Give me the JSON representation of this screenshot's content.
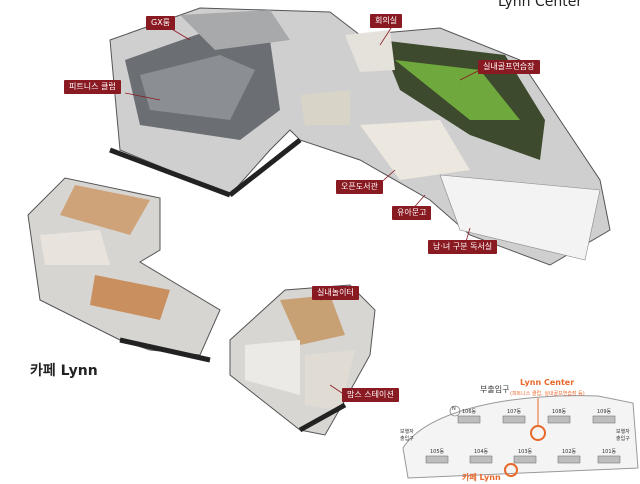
{
  "titles": {
    "top_center": "Lynn Center",
    "cafe": "카페 Lynn"
  },
  "labels": {
    "gx": "GX룸",
    "fitness": "피트니스 클럽",
    "meeting": "회의실",
    "golf": "실내골프연습장",
    "library": "오픈도서관",
    "nursery": "유아문고",
    "study": "남·녀 구분 독서실",
    "playroom": "실내놀이터",
    "moms": "맘스 스테이션"
  },
  "site_map": {
    "entrance": "부출입구",
    "center_title": "Lynn Center",
    "center_sub": "(피트니스 클럽, 실내골프연습장 등)",
    "ped_left": "보행자\n출입구",
    "ped_right": "보행자\n출입구",
    "bottom_label": "카페 Lynn",
    "compass": "N",
    "buildings": [
      "106동",
      "107동",
      "108동",
      "109동",
      "105동",
      "104동",
      "103동",
      "102동",
      "101동"
    ]
  },
  "colors": {
    "label_bg": "#8a1a22",
    "accent": "#e8682a"
  }
}
